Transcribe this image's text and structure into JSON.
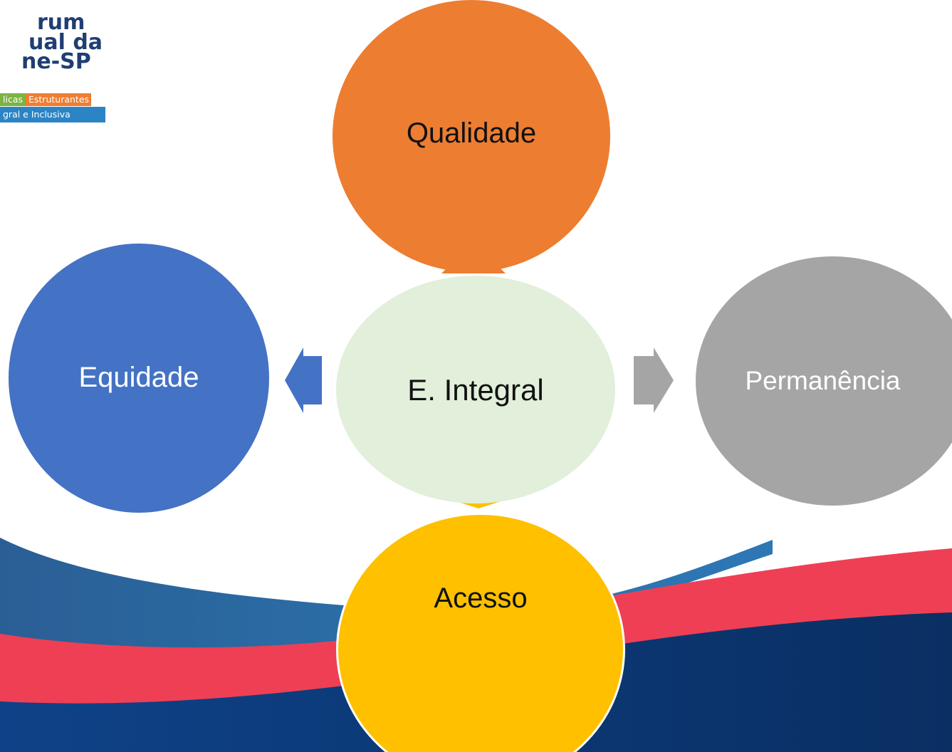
{
  "logo": {
    "line1": "rum",
    "line2": "ual da",
    "line3": "ne-SP",
    "tag_a": "licas",
    "tag_b": "Estruturantes",
    "tag_c": "gral e Inclusiva"
  },
  "diagram": {
    "center": "E. Integral",
    "nodes": {
      "top": "Qualidade",
      "left": "Equidade",
      "right": "Permanência",
      "bottom": "Acesso"
    }
  },
  "colors": {
    "qualidade": "#ed7d31",
    "equidade": "#4472c4",
    "permanencia": "#a5a5a5",
    "acesso": "#ffc000",
    "integral": "#e2efda",
    "wave_blue": "#2e6aa3",
    "wave_red": "#ef3f55",
    "wave_navy": "#0d3a78"
  }
}
